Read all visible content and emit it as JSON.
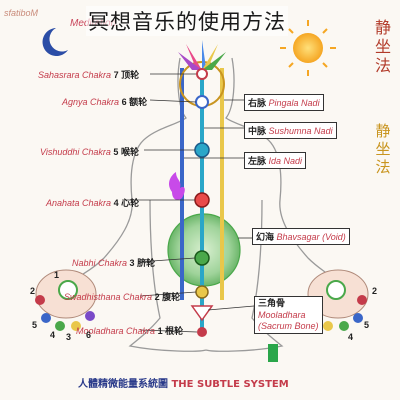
{
  "title": "冥想音乐的使用方法",
  "top_left_text": "sfatiboM",
  "top_magenta_text": "Meditation",
  "vertical_red_text": "静坐法",
  "vertical_gold_text": "静坐法",
  "chakras_left": [
    {
      "num": "7",
      "cn": "顶轮",
      "en": "Sahasrara Chakra"
    },
    {
      "num": "6",
      "cn": "额轮",
      "en": "Agnya Chakra"
    },
    {
      "num": "5",
      "cn": "喉轮",
      "en": "Vishuddhi Chakra"
    },
    {
      "num": "4",
      "cn": "心轮",
      "en": "Anahata Chakra"
    },
    {
      "num": "3",
      "cn": "脐轮",
      "en": "Nabhi Chakra"
    },
    {
      "num": "2",
      "cn": "腹轮",
      "en": "Swadhisthana Chakra"
    },
    {
      "num": "1",
      "cn": "根轮",
      "en": "Mooladhara Chakra"
    }
  ],
  "nadis_right": [
    {
      "cn": "右脉",
      "en": "Pingala Nadi"
    },
    {
      "cn": "中脉",
      "en": "Sushumna Nadi"
    },
    {
      "cn": "左脉",
      "en": "Ida Nadi"
    }
  ],
  "bhavsagar": {
    "cn": "幻海",
    "en": "Bhavsagar",
    "sub": "(Void)"
  },
  "mooladhara_right": {
    "cn": "三角骨",
    "en": "Mooladhara",
    "sub": "(Sacrum Bone)"
  },
  "left_hand_numbers": [
    "2",
    "1",
    "5",
    "4",
    "3",
    "6"
  ],
  "right_hand_numbers": [
    "2",
    "5",
    "4"
  ],
  "footer_cn": "人體精微能量系統圖",
  "footer_en": "THE SUBTLE SYSTEM",
  "colors": {
    "chakra_red": "#c43b4a",
    "sushumna": "#2aa6c8",
    "pingala": "#e9c74a",
    "ida": "#3a66c8",
    "body_outline": "#9a9a9a",
    "heart": "#4aa84a"
  }
}
